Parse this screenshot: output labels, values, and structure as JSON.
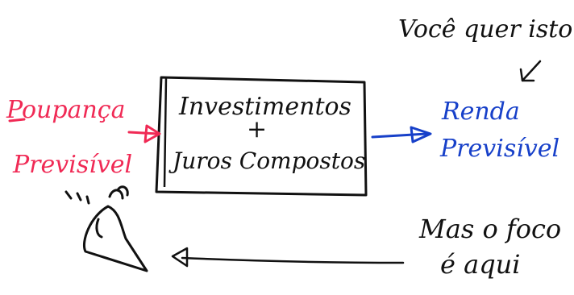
{
  "colors": {
    "input": "#f02a55",
    "output": "#1740c9",
    "ink": "#111111",
    "background": "#ffffff"
  },
  "labels": {
    "poupanca": "Poupança",
    "previsivel_left": "Previsível",
    "box_line1": "Investimentos",
    "box_plus": "+",
    "box_line2": "Juros Compostos",
    "renda": "Renda",
    "previsivel_right": "Previsível",
    "voce_quer": "Você quer isto",
    "mas_o_foco": "Mas o foco",
    "e_aqui": "é aqui"
  },
  "icons": {
    "funnel": "megaphone-icon"
  }
}
